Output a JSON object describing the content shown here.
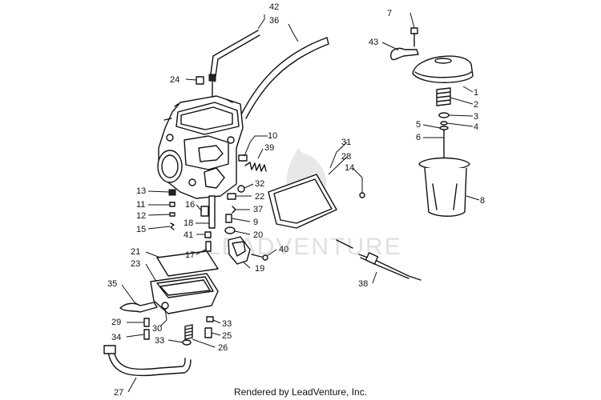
{
  "watermark": "LEADVENTURE",
  "footer": "Rendered by LeadVenture, Inc.",
  "callouts": [
    "1",
    "2",
    "3",
    "4",
    "5",
    "6",
    "7",
    "8",
    "9",
    "10",
    "11",
    "12",
    "13",
    "14",
    "15",
    "16",
    "17",
    "18",
    "19",
    "20",
    "21",
    "22",
    "23",
    "24",
    "25",
    "26",
    "27",
    "28",
    "29",
    "30",
    "31",
    "32",
    "33",
    "34",
    "35",
    "36",
    "37",
    "38",
    "39",
    "40",
    "41",
    "42",
    "43"
  ],
  "callout_33b": "33"
}
